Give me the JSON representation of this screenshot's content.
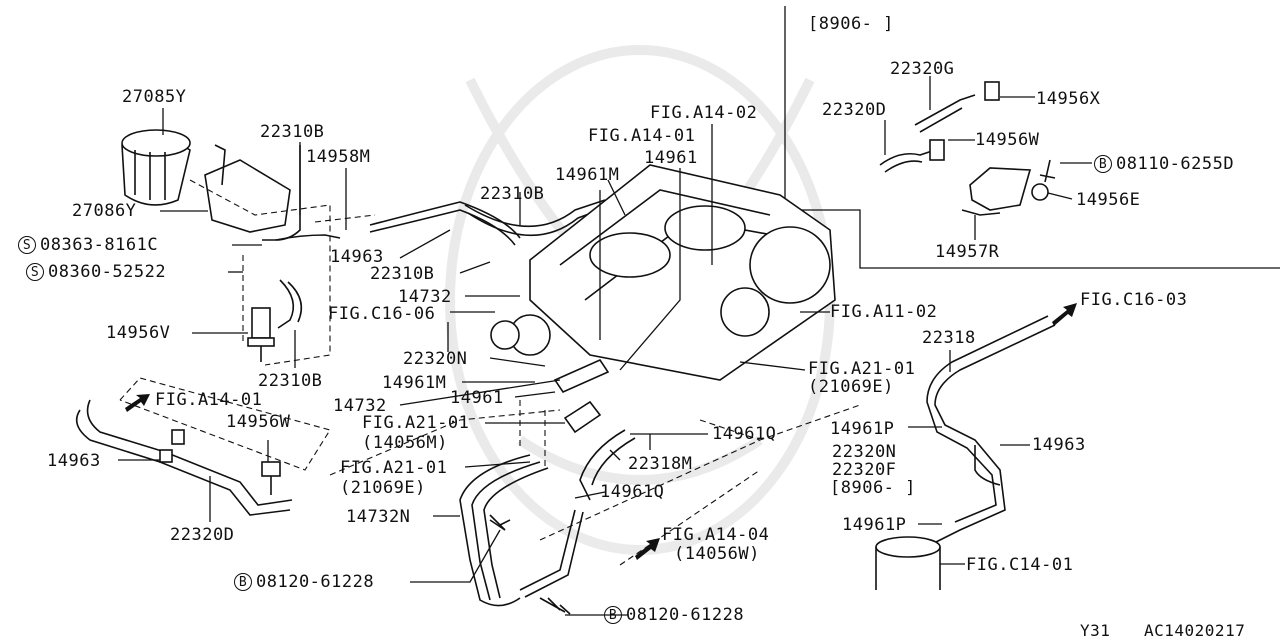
{
  "sheet": {
    "version_bracket": "[8906-     ]",
    "model_code": "Y31",
    "diagram_code": "AC14020217"
  },
  "labels": {
    "l27085Y": "27085Y",
    "l27086Y": "27086Y",
    "l22310B_a": "22310B",
    "l14958M": "14958M",
    "l22310B_b": "22310B",
    "l22310B_c": "22310B",
    "l22310B_d": "22310B",
    "l14963_a": "14963",
    "l14732_a": "14732",
    "lFIGC16_06": "FIG.C16-06",
    "l14956V": "14956V",
    "l22320N_a": "22320N",
    "l14961M_a": "14961M",
    "l14961M_b": "14961M",
    "l14732_b": "14732",
    "l14961_a": "14961",
    "l14961_b": "14961",
    "lFIGA14_01_a": "FIG.A14-01",
    "lFIGA14_01_b": "FIG.A14-01",
    "lFIGA14_02": "FIG.A14-02",
    "l14956W_a": "14956W",
    "l14963_b": "14963",
    "l22320D_a": "22320D",
    "lFIGA21_01_a": "FIG.A21-01",
    "l14056M": "(14056M)",
    "lFIGA21_01_b": "FIG.A21-01",
    "l21069E_a": "(21069E)",
    "lFIGA21_01_c": "FIG.A21-01",
    "l21069E_b": "(21069E)",
    "l14732N": "14732N",
    "b08120_a": "08120-61228",
    "b08120_b": "08120-61228",
    "l14961Q_a": "14961Q",
    "l22318M": "22318M",
    "l14961Q_b": "14961Q",
    "lFIGA14_04": "FIG.A14-04",
    "l14056W": "(14056W)",
    "lFIGA11_02": "FIG.A11-02",
    "lFIGC16_03": "FIG.C16-03",
    "l22318": "22318",
    "l14961P_a": "14961P",
    "l14963_c": "14963",
    "l22320N_b": "22320N",
    "l22320F": "22320F",
    "l8906_b": "[8906-     ]",
    "l14961P_b": "14961P",
    "lFIGC14_01": "FIG.C14-01",
    "l22320G": "22320G",
    "l14956X": "14956X",
    "l22320D_b": "22320D",
    "l14956W_b": "14956W",
    "b08110": "08110-6255D",
    "l14956E": "14956E",
    "l14957R": "14957R",
    "s08363": "08363-8161C",
    "s08360": "08360-52522"
  },
  "symbols": {
    "S": "S",
    "B": "B"
  }
}
